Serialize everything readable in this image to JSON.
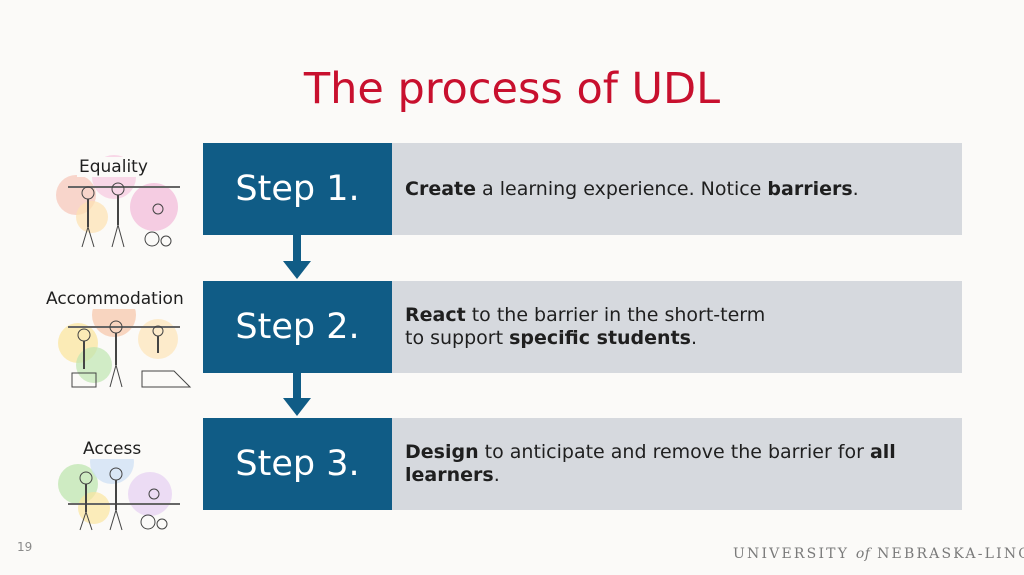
{
  "title": "The process of UDL",
  "steps": [
    {
      "label": "Step 1.",
      "illustration": "Equality",
      "parts": [
        [
          "Create",
          true
        ],
        [
          " a learning experience. Notice ",
          false
        ],
        [
          "barriers",
          true
        ],
        [
          ".",
          false
        ]
      ]
    },
    {
      "label": "Step 2.",
      "illustration": "Accommodation",
      "parts": [
        [
          "React",
          true
        ],
        [
          " to the barrier in the short-term",
          false
        ],
        [
          "\n",
          false
        ],
        [
          "to support ",
          false
        ],
        [
          "specific students",
          true
        ],
        [
          ".",
          false
        ]
      ]
    },
    {
      "label": "Step 3.",
      "illustration": "Access",
      "parts": [
        [
          "Design",
          true
        ],
        [
          " to anticipate and remove the barrier for ",
          false
        ],
        [
          "all learners",
          true
        ],
        [
          ".",
          false
        ]
      ]
    }
  ],
  "footer": {
    "page_number": "19",
    "university_a": "UNIVERSITY ",
    "university_of": "of",
    "university_b": " NEBRASKA-LINCOLN"
  },
  "colors": {
    "title": "#c8102e",
    "step_box": "#105c86",
    "desc_box": "#d6d9de"
  }
}
